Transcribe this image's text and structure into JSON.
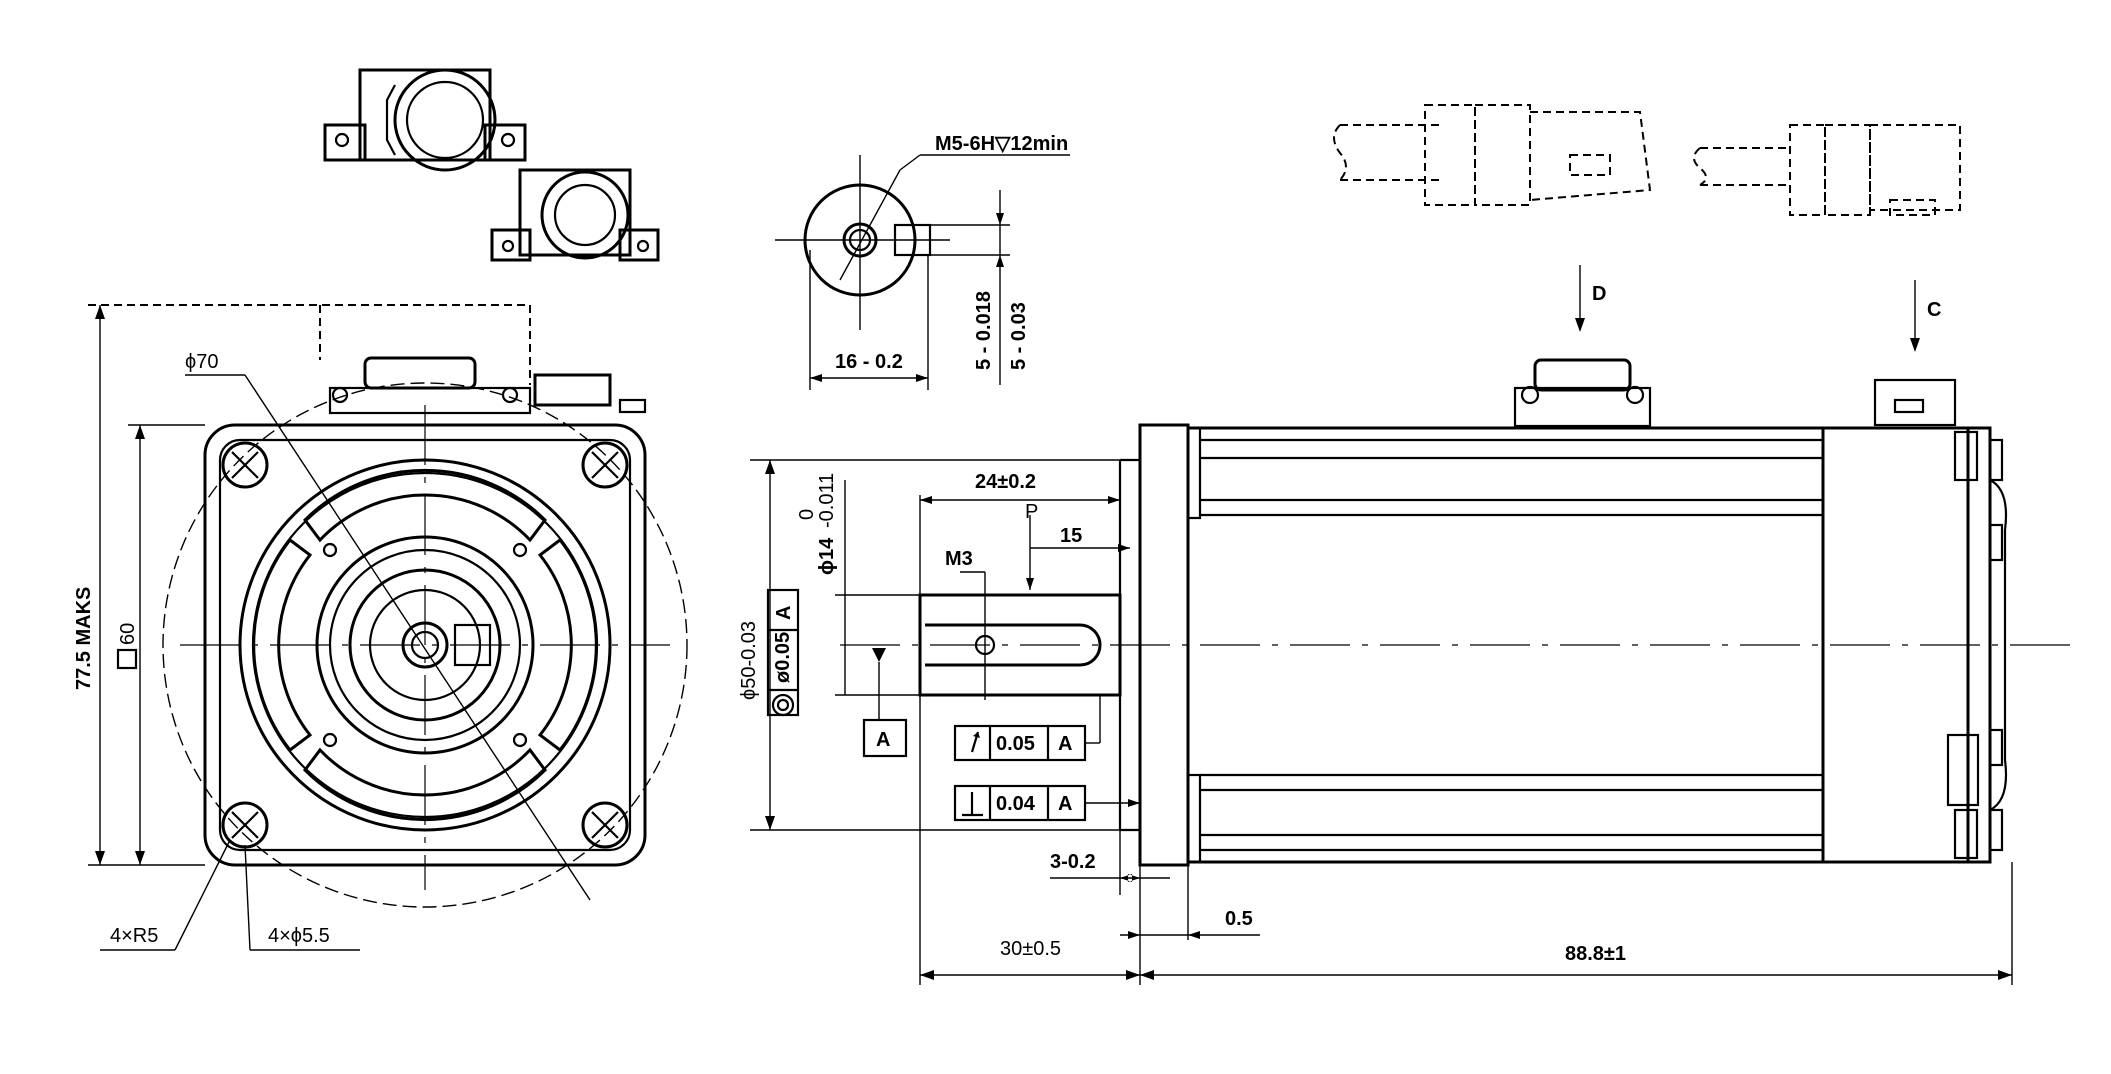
{
  "labels": {
    "phi70": "ϕ70",
    "sq60": "60",
    "height_maks": "77.5  MAKS",
    "r5": "4×R5",
    "phi55": "4×ϕ5.5",
    "thread": "M5-6H▽12min",
    "w16": "16 - 0.2",
    "t5a": "5 - 0.018",
    "t5b": "5 - 0.03",
    "d_view": "D",
    "c_view": "C",
    "len24": "24±0.2",
    "p": "P",
    "len15": "15",
    "m3": "M3",
    "phi14_main": "ϕ14",
    "phi14_tol_up": "0",
    "phi14_tol_dn": "-0.011",
    "phi50": "ϕ50-0.03",
    "fcf_a_top": "A",
    "fcf_005": "ø0.05",
    "datum_a": "A",
    "runout_val": "0.05",
    "runout_ref": "A",
    "perp_val": "0.04",
    "perp_ref": "A",
    "len3": "3-0.2",
    "len05": "0.5",
    "len30": "30±0.5",
    "len888": "88.8±1"
  }
}
